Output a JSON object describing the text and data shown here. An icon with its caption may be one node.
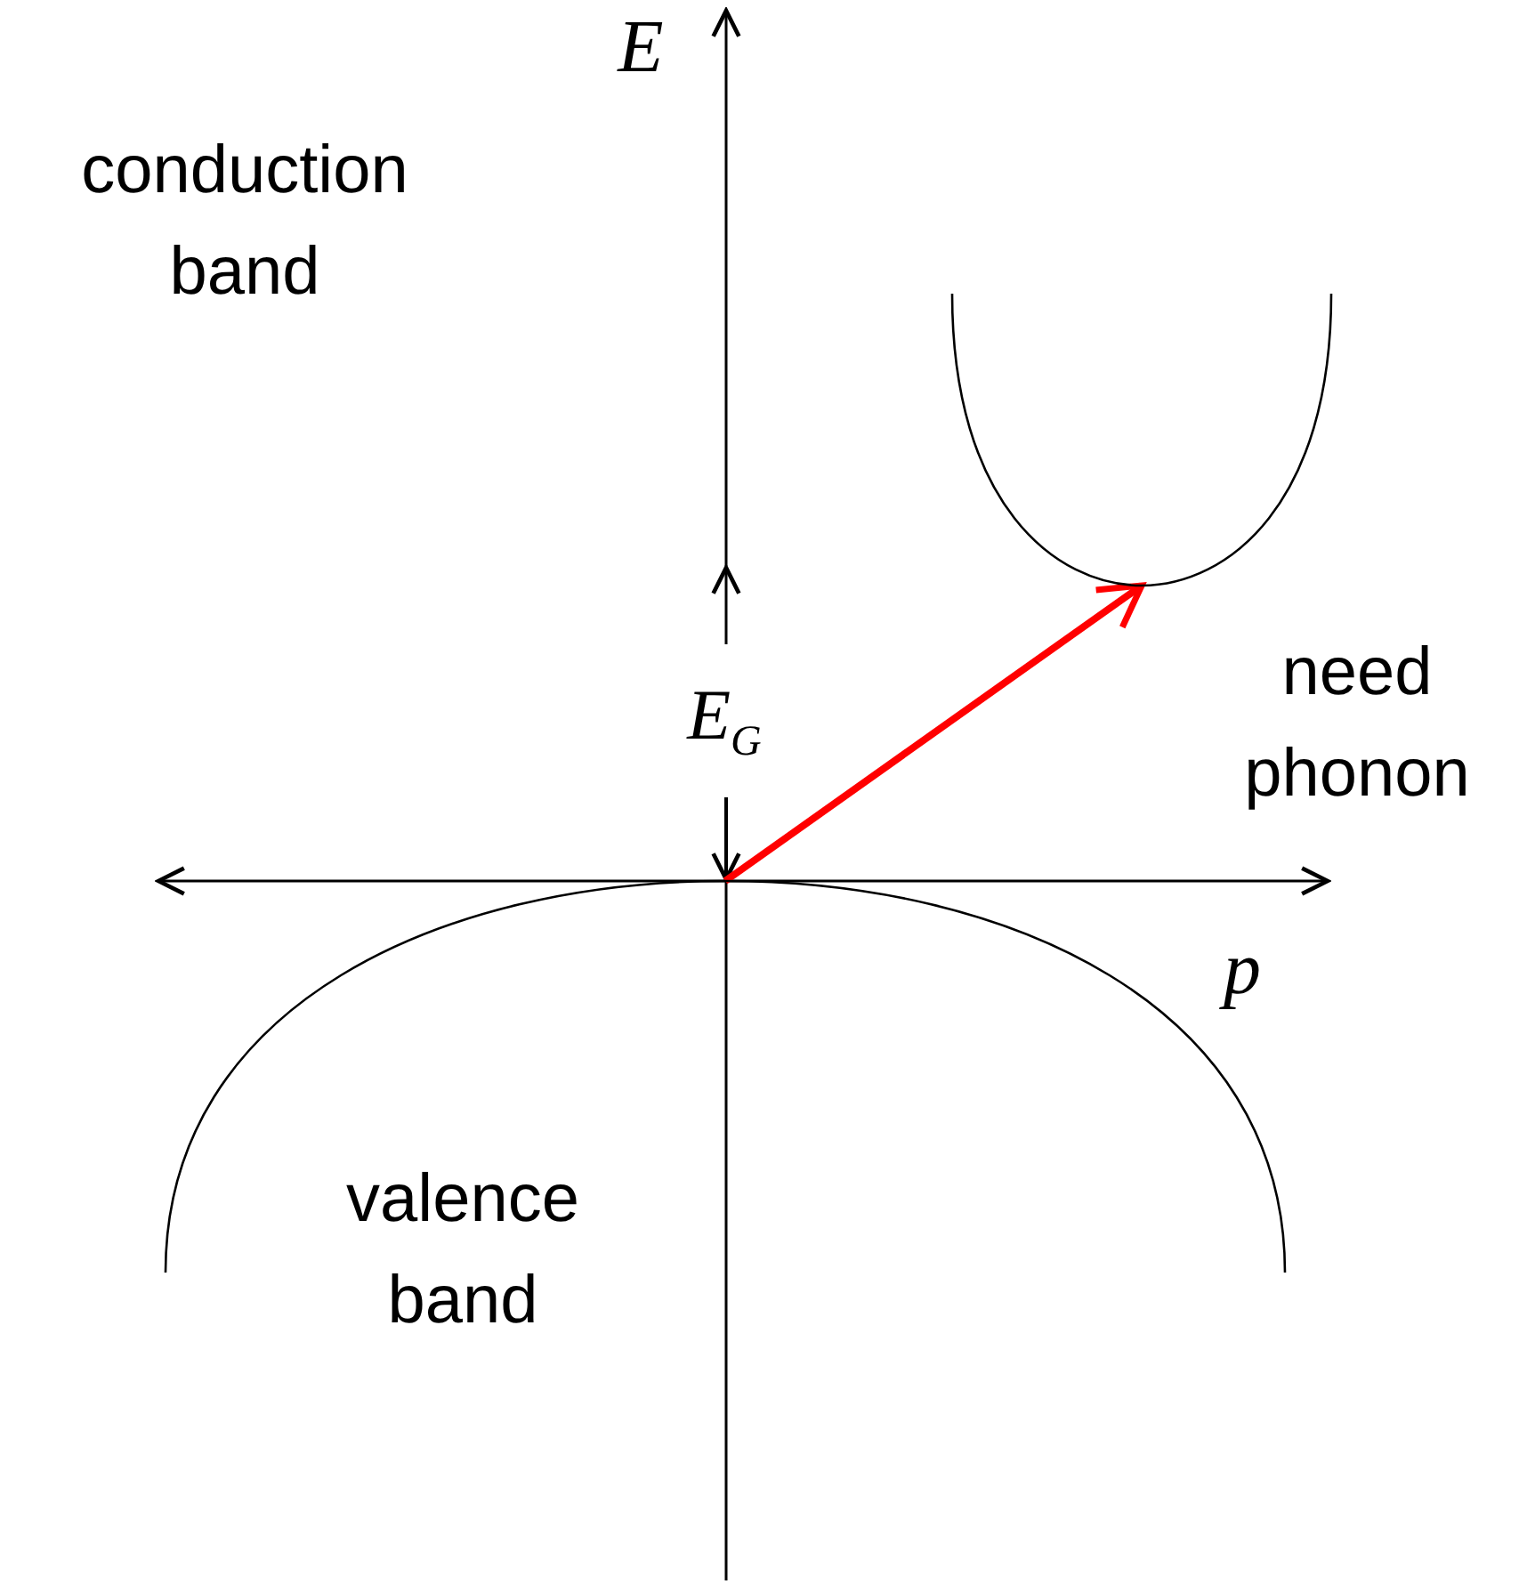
{
  "diagram": {
    "nodes": [
      {
        "text": [],
        "shape": "curve"
      },
      {
        "text": [],
        "shape": "curve"
      }
    ],
    "edges": [
      {
        "from": 1,
        "to": 0,
        "arrow": "to",
        "color": "#ff0000"
      }
    ],
    "labels": [
      "E",
      "conduction band",
      "need phonon",
      "E$_{G}$",
      "p",
      "valence band"
    ]
  }
}
